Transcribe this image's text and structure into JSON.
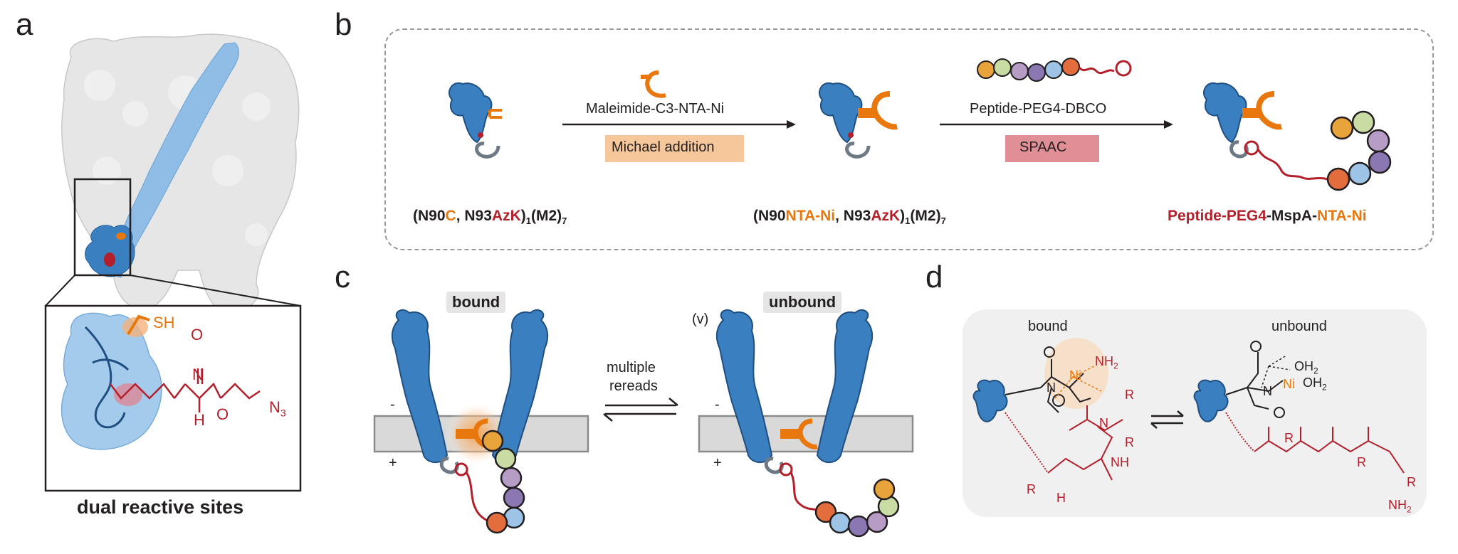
{
  "panels": {
    "a": "a",
    "b": "b",
    "c": "c",
    "d": "d"
  },
  "panel_a": {
    "sh": "SH",
    "n3": "N",
    "n3_sub": "3",
    "caption": "dual reactive sites"
  },
  "panel_b": {
    "reagent1": "Maleimide-C3-NTA-Ni",
    "reaction1": "Michael addition",
    "reagent2": "Peptide-PEG4-DBCO",
    "reaction2": "SPAAC",
    "start": {
      "p1": "(N90",
      "p2": "C",
      "p3": ", N93",
      "p4": "AzK",
      "p5": ")",
      "s1": "1",
      "p6": "(M2)",
      "s2": "7"
    },
    "mid": {
      "p1": "(N90",
      "p2": "NTA-Ni",
      "p3": ", N93",
      "p4": "AzK",
      "p5": ")",
      "s1": "1",
      "p6": "(M2)",
      "s2": "7"
    },
    "end": {
      "p1": "Peptide-PEG4",
      "p2": "-MspA-",
      "p3": "NTA-Ni"
    }
  },
  "panel_c": {
    "bound": "bound",
    "unbound": "unbound",
    "voltage": "(v)",
    "arrow_top": "multiple",
    "arrow_bottom": "rereads",
    "minus": "-",
    "plus": "+"
  },
  "panel_d": {
    "bound": "bound",
    "unbound": "unbound",
    "ni": "Ni",
    "nh2": "NH",
    "nh2_sub": "2",
    "oh2": "OH",
    "oh2_sub": "2",
    "n": "N",
    "o": "O",
    "r": "R",
    "nh": "NH",
    "h": "H"
  },
  "colors": {
    "protein_blue": "#3a7fbf",
    "light_blue": "#a9cbe8",
    "orange": "#e8780d",
    "red": "#b3202c",
    "gray_membrane": "#d9d9d9",
    "michael_box": "#f5c79a",
    "spaac_box": "#e18f97"
  },
  "bead_colors": [
    "#e8a33a",
    "#c9dca3",
    "#b79cc6",
    "#8b78b3",
    "#9dc3e6",
    "#e36d3c"
  ]
}
